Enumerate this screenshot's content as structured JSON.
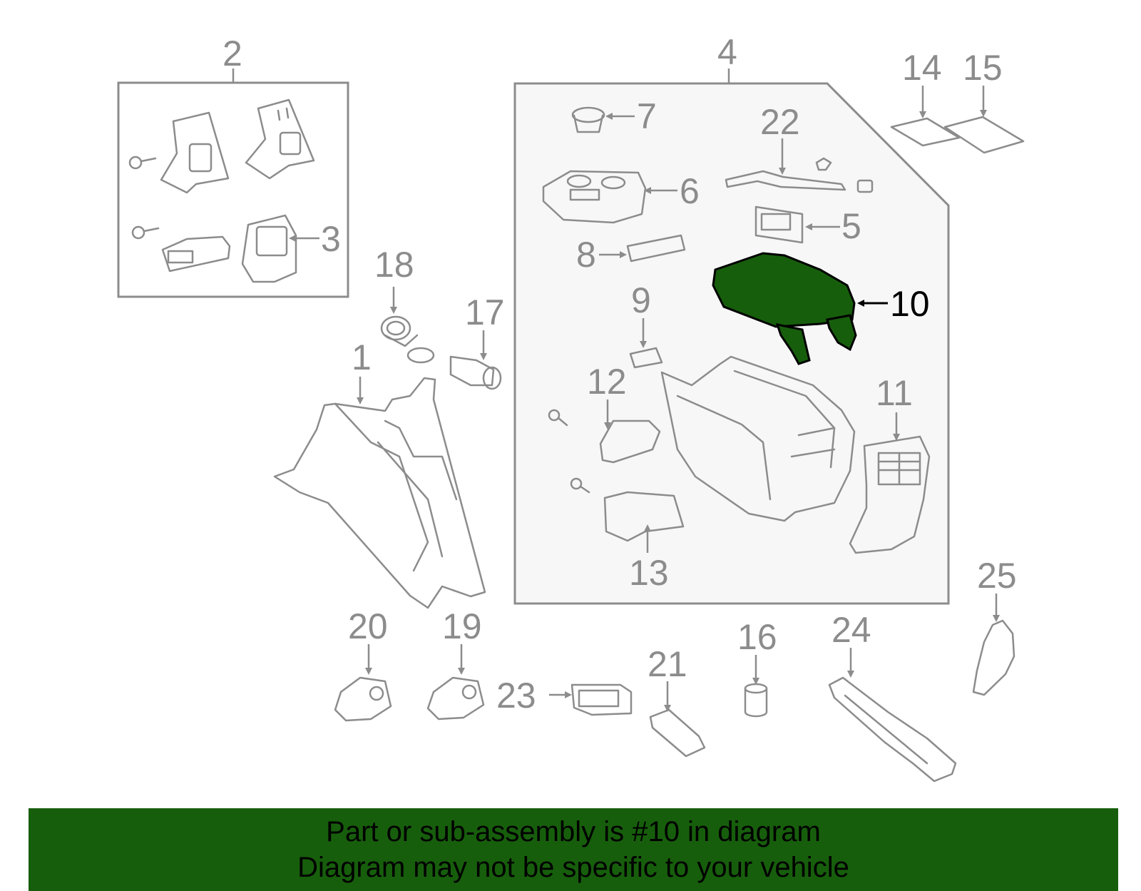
{
  "colors": {
    "highlight": "#175e0c",
    "part_line": "#8c8c8c",
    "callout_text": "#8c8c8c",
    "highlight_callout": "#000000",
    "banner_background": "#175e0c"
  },
  "callouts": {
    "c1": "1",
    "c2": "2",
    "c3": "3",
    "c4": "4",
    "c5": "5",
    "c6": "6",
    "c7": "7",
    "c8": "8",
    "c9": "9",
    "c10": "10",
    "c11": "11",
    "c12": "12",
    "c13": "13",
    "c14": "14",
    "c15": "15",
    "c16": "16",
    "c17": "17",
    "c18": "18",
    "c19": "19",
    "c20": "20",
    "c21": "21",
    "c22": "22",
    "c23": "23",
    "c24": "24",
    "c25": "25"
  },
  "highlighted_part": "10",
  "banner": {
    "line1": "Part or sub-assembly is #10 in diagram",
    "line2": "Diagram may not be specific to your vehicle"
  }
}
